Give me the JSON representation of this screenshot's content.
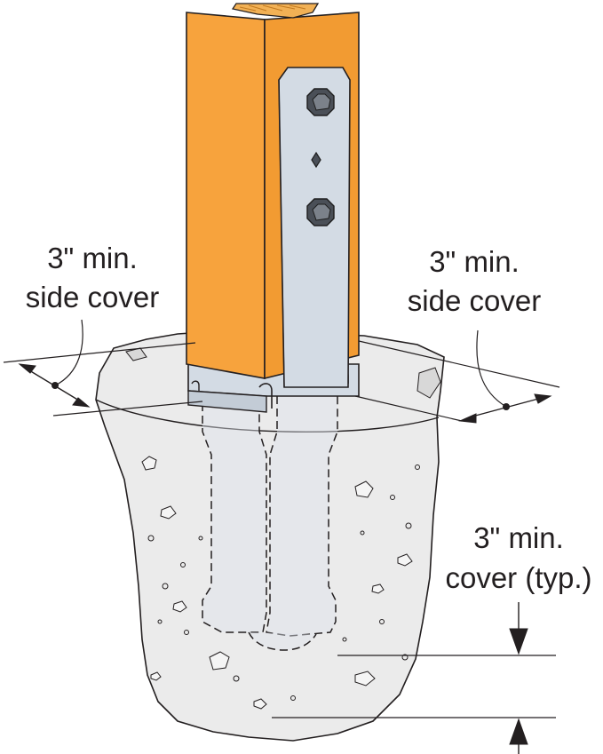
{
  "labels": {
    "left_side_cover": {
      "line1": "3\" min.",
      "line2": "side cover"
    },
    "right_side_cover": {
      "line1": "3\" min.",
      "line2": "side cover"
    },
    "bottom_cover": {
      "line1": "3\" min.",
      "line2": "cover (typ.)"
    }
  },
  "colors": {
    "post": "#f7a33d",
    "post_shadow": "#e8902a",
    "post_top": "#f2b155",
    "steel": "#d3dbe4",
    "steel_edge": "#1e1e1e",
    "concrete": "#ebebeb",
    "line": "#231f20"
  }
}
